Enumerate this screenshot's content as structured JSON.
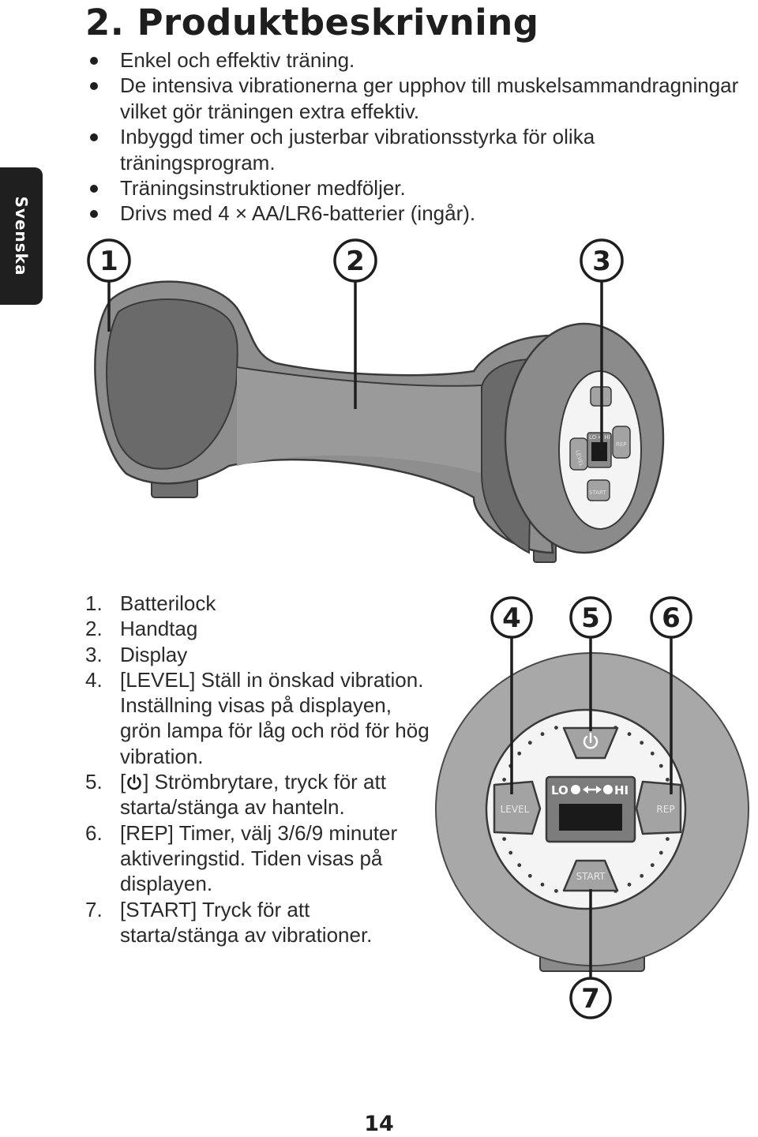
{
  "page": {
    "title": "2. Produktbeskrivning",
    "side_tab": "Svenska",
    "page_number": "14"
  },
  "features": [
    "Enkel och effektiv träning.",
    "De intensiva vibrationerna ger upphov till muskelsammandragningar vilket gör träningen extra effektiv.",
    "Inbyggd timer och justerbar vibrationsstyrka för olika träningsprogram.",
    "Träningsinstruktioner medföljer.",
    "Drivs med 4 × AA/LR6-batterier (ingår)."
  ],
  "callouts": {
    "c1": "1",
    "c2": "2",
    "c3": "3",
    "c4": "4",
    "c5": "5",
    "c6": "6",
    "c7": "7"
  },
  "panel": {
    "level": "LEVEL",
    "rep": "REP",
    "start": "START",
    "lo": "LO",
    "hi": "HI",
    "icons": {
      "power": "power-icon",
      "arrow": "double-arrow-icon"
    }
  },
  "parts": [
    {
      "num": "1.",
      "text": "Batterilock"
    },
    {
      "num": "2.",
      "text": "Handtag"
    },
    {
      "num": "3.",
      "text": "Display"
    },
    {
      "num": "4.",
      "text": "[LEVEL] Ställ in önskad vibration. Inställning visas på displayen, grön lampa för låg och röd för hög vibration."
    },
    {
      "num": "5.",
      "pre": "[",
      "icon": "power-icon",
      "text": "] Strömbrytare, tryck för att starta/stänga av hanteln."
    },
    {
      "num": "6.",
      "text": "[REP] Timer, välj 3/6/9 minuter aktiveringstid. Tiden visas på displayen."
    },
    {
      "num": "7.",
      "text": "[START] Tryck för att starta/stänga av vibrationer."
    }
  ],
  "colors": {
    "body_dark": "#6d6d6d",
    "body_mid": "#8e8e8e",
    "body_light": "#aaaaaa",
    "panel_face": "#f4f4f4",
    "button": "#a3a3a3",
    "display": "#1a1a1a",
    "outline": "#3a3a3a"
  }
}
